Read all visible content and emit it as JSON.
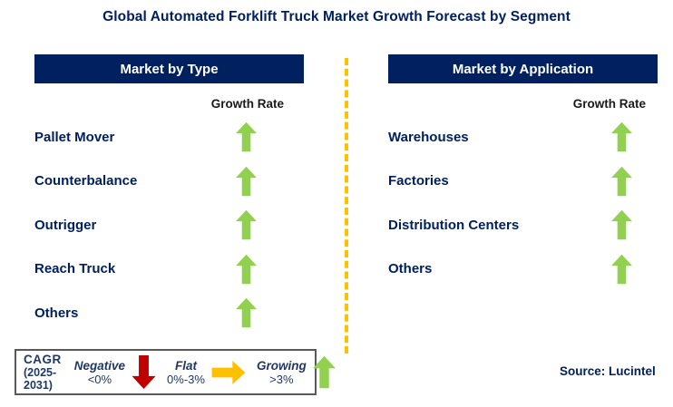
{
  "title": "Global Automated Forklift Truck Market Growth Forecast by Segment",
  "colors": {
    "navy": "#002060",
    "growing_green": "#92D050",
    "negative_red": "#C00000",
    "flat_yellow": "#FFC000"
  },
  "panels": {
    "type": {
      "header": "Market by Type",
      "growth_rate_label": "Growth Rate",
      "items": [
        {
          "label": "Pallet Mover",
          "growth": "growing"
        },
        {
          "label": "Counterbalance",
          "growth": "growing"
        },
        {
          "label": "Outrigger",
          "growth": "growing"
        },
        {
          "label": "Reach Truck",
          "growth": "growing"
        },
        {
          "label": "Others",
          "growth": "growing"
        }
      ]
    },
    "application": {
      "header": "Market by Application",
      "growth_rate_label": "Growth Rate",
      "items": [
        {
          "label": "Warehouses",
          "growth": "growing"
        },
        {
          "label": "Factories",
          "growth": "growing"
        },
        {
          "label": "Distribution Centers",
          "growth": "growing"
        },
        {
          "label": "Others",
          "growth": "growing"
        }
      ]
    }
  },
  "legend": {
    "cagr_label": "CAGR",
    "period": "(2025-2031)",
    "entries": [
      {
        "label": "Negative",
        "range": "<0%",
        "icon": "down-arrow",
        "color": "#C00000"
      },
      {
        "label": "Flat",
        "range": "0%-3%",
        "icon": "right-arrow",
        "color": "#FFC000"
      },
      {
        "label": "Growing",
        "range": ">3%",
        "icon": "up-arrow",
        "color": "#92D050"
      }
    ]
  },
  "source": "Source: Lucintel",
  "chart_data": {
    "type": "table",
    "title": "Global Automated Forklift Truck Market Growth Forecast by Segment",
    "groups": [
      {
        "name": "Market by Type",
        "categories": [
          "Pallet Mover",
          "Counterbalance",
          "Outrigger",
          "Reach Truck",
          "Others"
        ],
        "values": [
          "Growing >3%",
          "Growing >3%",
          "Growing >3%",
          "Growing >3%",
          "Growing >3%"
        ]
      },
      {
        "name": "Market by Application",
        "categories": [
          "Warehouses",
          "Factories",
          "Distribution Centers",
          "Others"
        ],
        "values": [
          "Growing >3%",
          "Growing >3%",
          "Growing >3%",
          "Growing >3%"
        ]
      }
    ],
    "legend": {
      "metric": "CAGR (2025-2031)",
      "Negative": "<0%",
      "Flat": "0%-3%",
      "Growing": ">3%"
    },
    "source": "Source: Lucintel"
  }
}
